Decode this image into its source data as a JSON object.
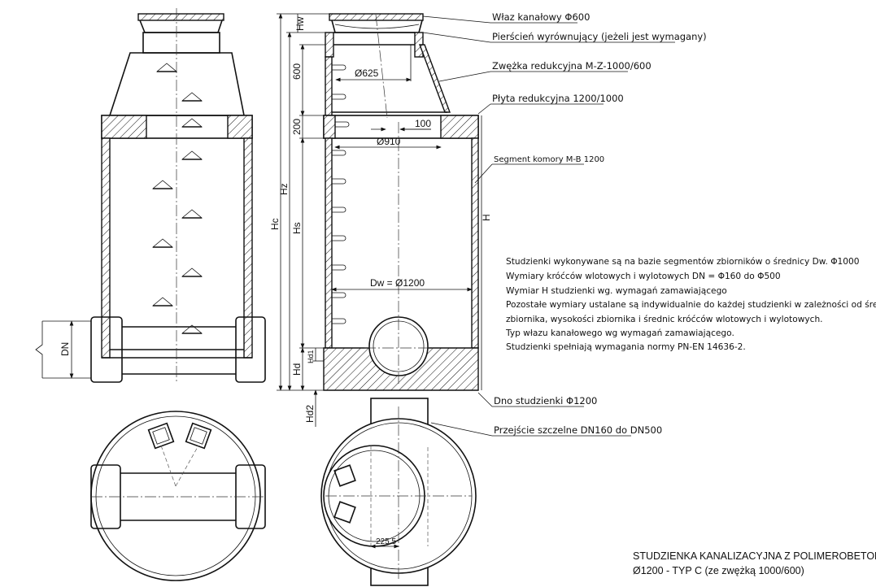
{
  "callouts": {
    "manhole": "Właz kanałowy Φ600",
    "ring": "Pierścień wyrównujący (jeżeli jest wymagany)",
    "reducer": "Zwężka redukcyjna M-Z-1000/600",
    "slab": "Płyta redukcyjna 1200/1000",
    "segment": "Segment komory M-B 1200",
    "bottom": "Dno studzienki Φ1200",
    "passage": "Przejście szczelne DN160 do DN500"
  },
  "dimensions": {
    "hw": "Hw",
    "h600": "600",
    "h200": "200",
    "hc": "Hc",
    "hz": "Hz",
    "hs": "Hs",
    "hd": "Hd",
    "hd1": "Hd1",
    "hd2": "Hd2",
    "h": "H",
    "d625": "Ø625",
    "d910": "Ø910",
    "offset100": "100",
    "dw": "Dw = Ø1200",
    "dn": "DN",
    "plan225": "225.5"
  },
  "notes": [
    "Studzienki wykonywane są na bazie segmentów zbiorników o średnicy Dw. Φ1000",
    "Wymiary króćców wlotowych i wylotowych DN = Φ160 do Φ500",
    "Wymiar H studzienki wg. wymagań zamawiającego",
    "Pozostałe wymiary ustalane są indywidualnie do każdej studzienki w zależności od średnicy",
    "zbiornika, wysokości zbiornika i średnic króćców wlotowych i wylotowych.",
    "Typ włazu kanałowego wg wymagań zamawiającego.",
    "Studzienki spełniają wymagania normy PN-EN 14636-2."
  ],
  "title": {
    "line1": "STUDZIENKA KANALIZACYJNA  Z POLIMEROBETONU",
    "line2": "Ø1200  - TYP C (ze zwężką 1000/600)"
  }
}
